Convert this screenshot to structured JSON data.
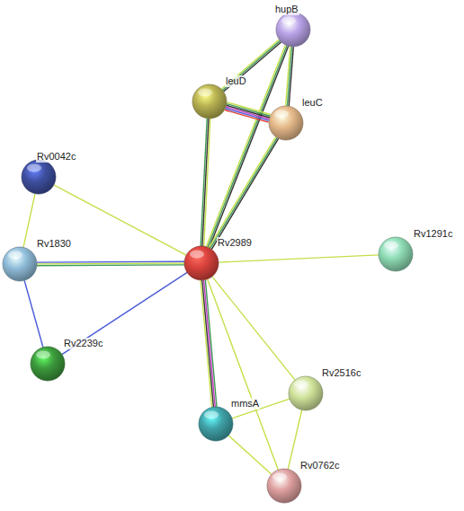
{
  "diagram": {
    "nodes": [
      {
        "text": [
          "hupB"
        ]
      },
      {
        "text": [
          "leuD"
        ]
      },
      {
        "text": [
          "leuC"
        ]
      },
      {
        "text": [
          "Rv0042c"
        ]
      },
      {
        "text": [
          "Rv1291c"
        ]
      },
      {
        "text": [
          "Rv2989"
        ]
      },
      {
        "text": [
          "Rv1830"
        ]
      },
      {
        "text": [
          "Rv2239c"
        ]
      },
      {
        "text": [
          "Rv2516c"
        ]
      },
      {
        "text": [
          "mmsA"
        ]
      },
      {
        "text": [
          "Rv0762c"
        ]
      }
    ],
    "edges": [
      {
        "from": 1,
        "to": 0,
        "arrow": "none"
      },
      {
        "from": 2,
        "to": 0,
        "arrow": "none"
      },
      {
        "from": 5,
        "to": 0,
        "arrow": "none"
      },
      {
        "from": 1,
        "to": 2,
        "arrow": "none"
      },
      {
        "from": 5,
        "to": 1,
        "arrow": "none"
      },
      {
        "from": 5,
        "to": 2,
        "arrow": "none"
      },
      {
        "from": 3,
        "to": 5,
        "arrow": "none"
      },
      {
        "from": 3,
        "to": 6,
        "arrow": "none"
      },
      {
        "from": 6,
        "to": 5,
        "arrow": "none"
      },
      {
        "from": 6,
        "to": 7,
        "arrow": "none"
      },
      {
        "from": 7,
        "to": 5,
        "arrow": "none"
      },
      {
        "from": 5,
        "to": 4,
        "arrow": "none"
      },
      {
        "from": 5,
        "to": 9,
        "arrow": "none"
      },
      {
        "from": 5,
        "to": 8,
        "arrow": "none"
      },
      {
        "from": 5,
        "to": 10,
        "arrow": "none"
      },
      {
        "from": 9,
        "to": 8,
        "arrow": "none"
      },
      {
        "from": 9,
        "to": 10,
        "arrow": "none"
      },
      {
        "from": 8,
        "to": 10,
        "arrow": "none"
      }
    ]
  }
}
